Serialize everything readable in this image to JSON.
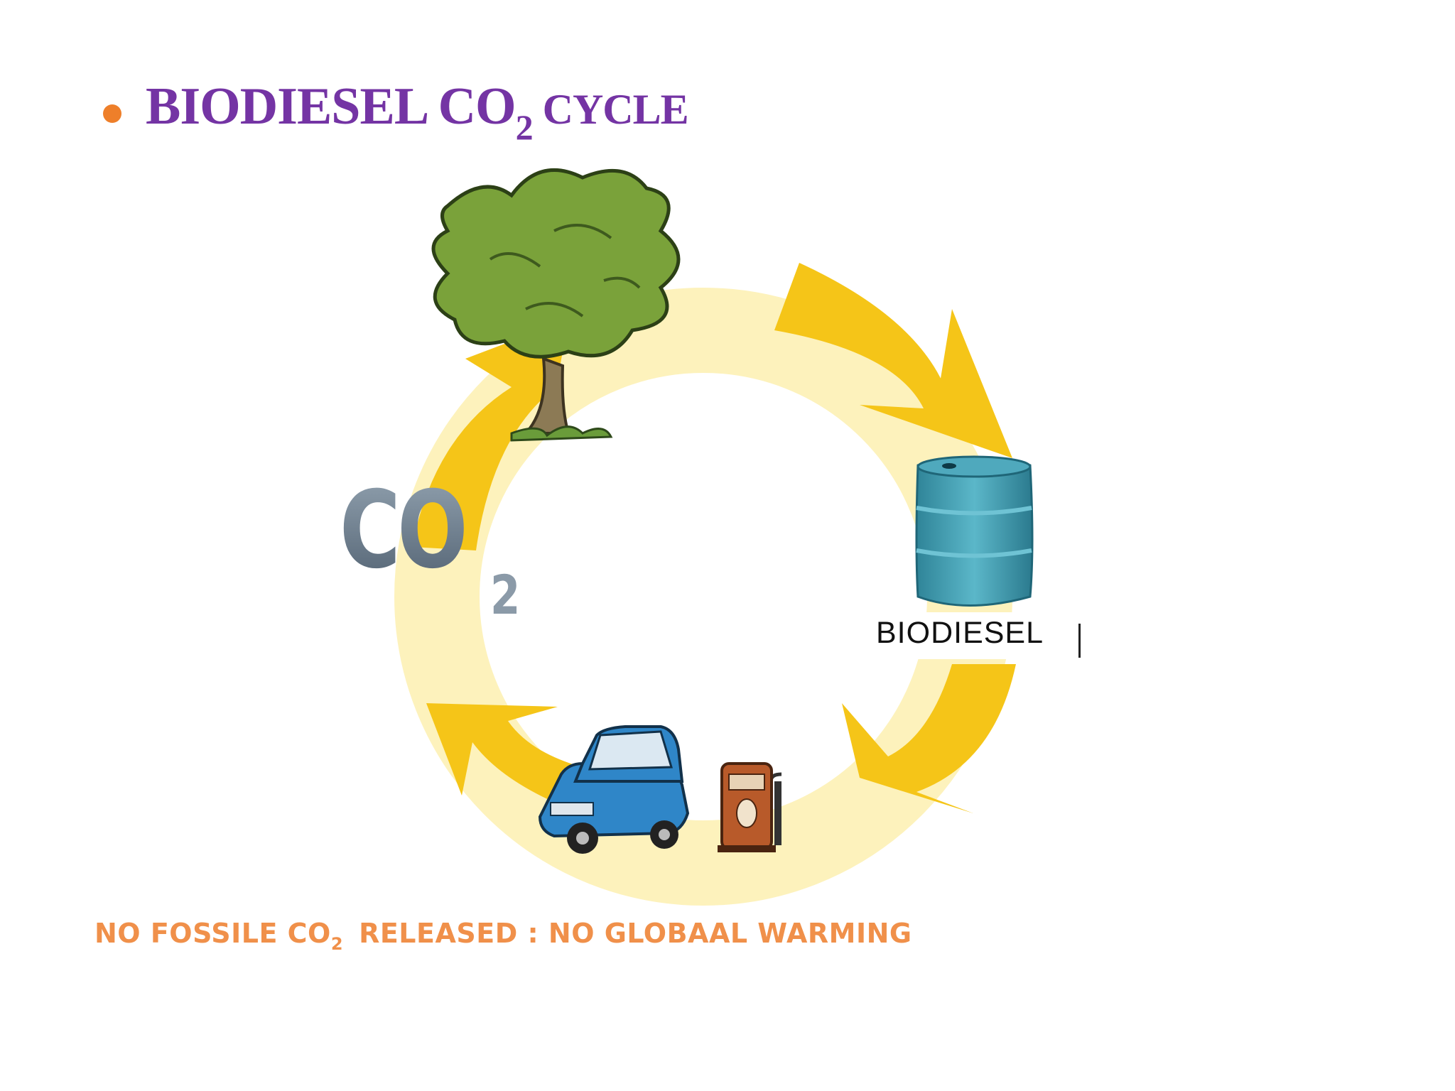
{
  "title": {
    "main": "BIODIESEL CO",
    "subscript": "2",
    "suffix": " CYCLE"
  },
  "diagram": {
    "co2_label": "CO",
    "co2_subscript": "2",
    "biodiesel_label": "BIODIESEL",
    "colors": {
      "arrow": "#f5c518",
      "tree_foliage": "#7aa23a",
      "barrel": "#3a9bb0",
      "car": "#2f86c8",
      "pump": "#b85a2a"
    },
    "icons": [
      "tree-icon",
      "barrel-icon",
      "car-icon",
      "fuel-pump-icon"
    ]
  },
  "footer": {
    "part1": "NO FOSSILE CO",
    "subscript": "2",
    "part2": "RELEASED : NO GLOBAAL WARMING"
  },
  "colors": {
    "title": "#7434a4",
    "bullet": "#ee7f2a",
    "footer": "#f0904a"
  }
}
